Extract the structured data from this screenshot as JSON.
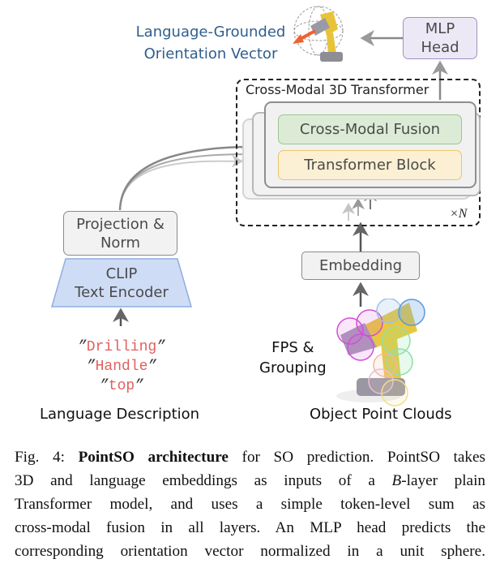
{
  "figure": {
    "output_label": [
      "Language-Grounded",
      "Orientation Vector"
    ],
    "mlp_head": [
      "MLP",
      "Head"
    ],
    "transformer_container_label": "Cross-Modal 3D Transformer",
    "fusion_block": "Cross-Modal Fusion",
    "transformer_block": "Transformer Block",
    "repeat_label": "×N",
    "projection_block": [
      "Projection &",
      "Norm"
    ],
    "clip_encoder": [
      "CLIP",
      "Text Encoder"
    ],
    "embedding_block": "Embedding",
    "language_tokens": [
      "Drilling",
      "Handle",
      "top"
    ],
    "fps_label": [
      "FPS &",
      "Grouping"
    ],
    "language_input_label": "Language Description",
    "pointcloud_input_label": "Object Point Clouds",
    "icons": {
      "output_icon": "drill-with-orientation-sphere-icon",
      "pointcloud_icon": "drill-pointcloud-with-groups-icon"
    },
    "colors": {
      "output_text": "#2e5e8e",
      "mlp_fill": "#ece8f6",
      "mlp_border": "#9d93c2",
      "fusion_fill": "#dcebd5",
      "fusion_border": "#9cc58e",
      "transformer_fill": "#fbf0d4",
      "transformer_border": "#e8c66a",
      "clip_fill": "#cfdcf5",
      "clip_border": "#8eaee0",
      "token_text": "#e06060",
      "arrow_orange": "#f0622d",
      "gray_box_fill": "#f2f2f2",
      "gray_box_border": "#8a8a8a"
    }
  },
  "caption": {
    "prefix": "Fig. 4: ",
    "bold": "PointSO architecture",
    "lines": [
      " for SO prediction. PointSO takes",
      "3D and language embeddings as inputs of a ",
      "-layer plain",
      "Transformer model, and uses a simple token-level sum as",
      "cross-modal fusion in all layers. An MLP head predicts the",
      "corresponding orientation vector normalized in a unit sphere."
    ],
    "italic_var": "B"
  }
}
